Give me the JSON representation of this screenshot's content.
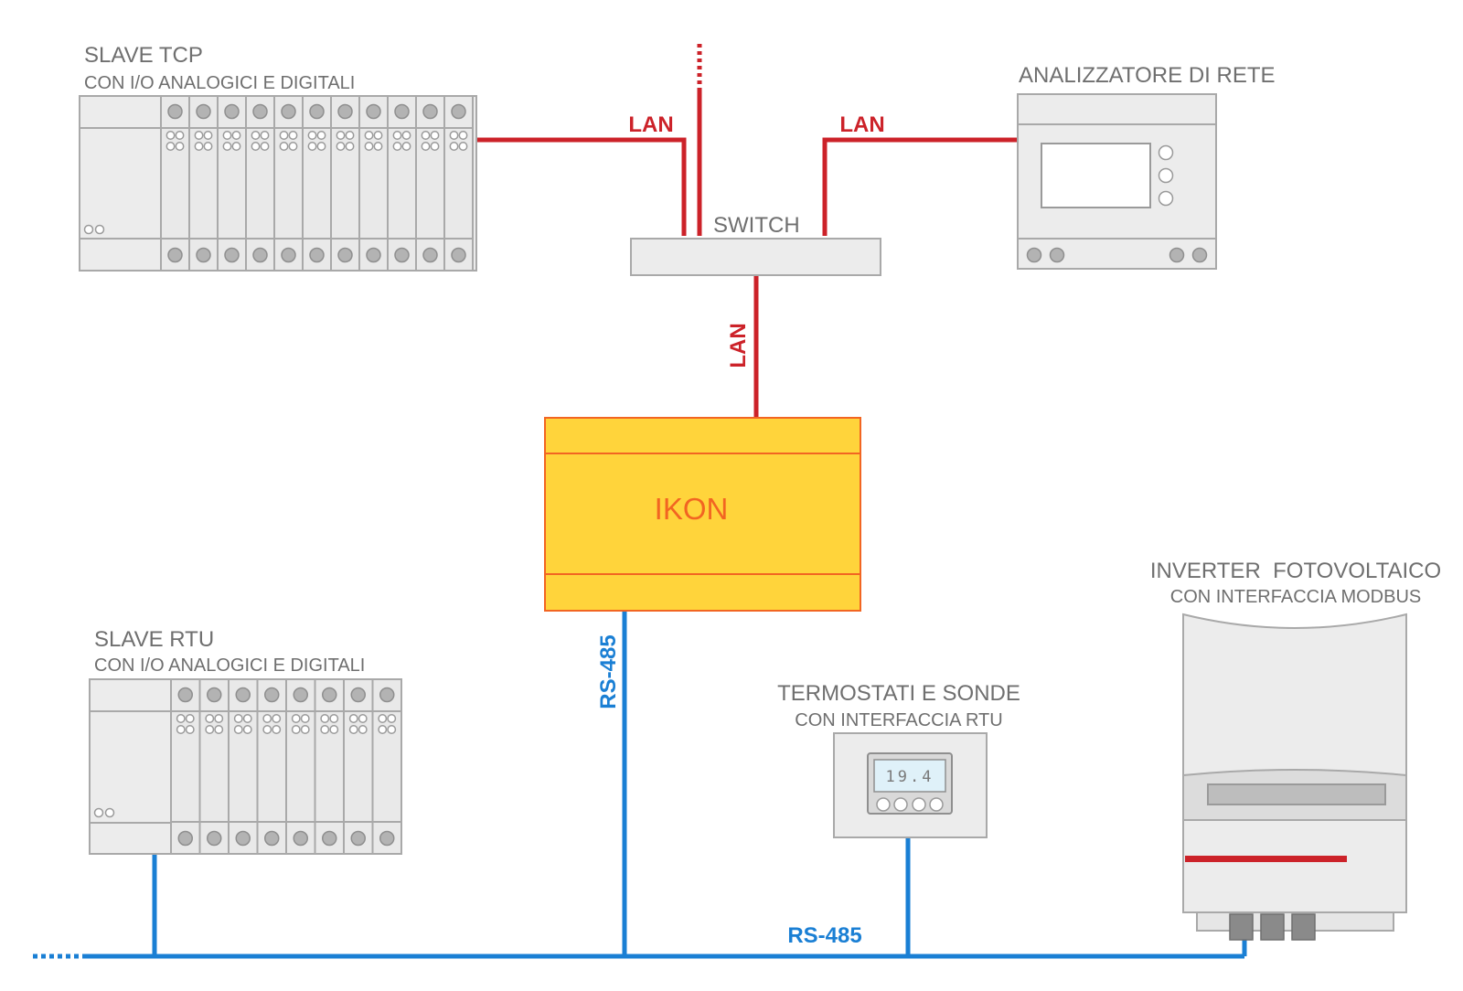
{
  "colors": {
    "lan": "#cc2229",
    "rs485": "#1a7fd4",
    "ikon_fill": "#ffd43b",
    "ikon_stroke": "#f26522",
    "ikon_text": "#f26522",
    "device_fill": "#ececec",
    "device_stroke": "#a9a9a9",
    "label": "#6f6f6f"
  },
  "devices": {
    "slave_tcp": {
      "title": "SLAVE TCP",
      "subtitle": "CON I/O ANALOGICI E DIGITALI",
      "icon": "io-rack-icon"
    },
    "analizzatore": {
      "title": "ANALIZZATORE DI RETE",
      "icon": "network-analyzer-icon"
    },
    "switch": {
      "title": "SWITCH",
      "icon": "network-switch-icon"
    },
    "ikon": {
      "title": "IKON",
      "icon": "controller-icon"
    },
    "slave_rtu": {
      "title": "SLAVE RTU",
      "subtitle": "CON I/O ANALOGICI E DIGITALI",
      "icon": "io-rack-icon"
    },
    "termostati": {
      "title": "TERMOSTATI E SONDE",
      "subtitle": "CON INTERFACCIA RTU",
      "display": "19.4",
      "icon": "thermostat-icon"
    },
    "inverter": {
      "title": "INVERTER  FOTOVOLTAICO",
      "subtitle": "CON INTERFACCIA MODBUS",
      "icon": "inverter-icon"
    }
  },
  "links": {
    "lan_tcp": "LAN",
    "lan_analizzatore": "LAN",
    "lan_ikon": "LAN",
    "rs485_ikon": "RS-485",
    "rs485_bus": "RS-485"
  }
}
